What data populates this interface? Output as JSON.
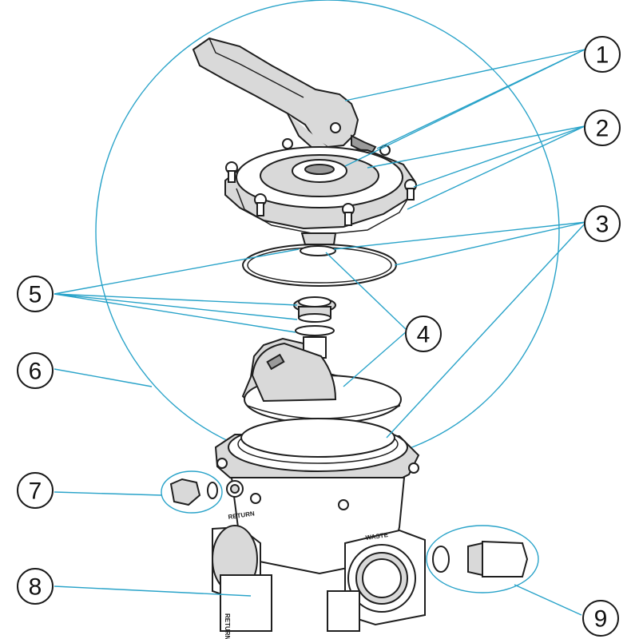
{
  "callouts": [
    {
      "id": "1",
      "label": "1"
    },
    {
      "id": "2",
      "label": "2"
    },
    {
      "id": "3",
      "label": "3"
    },
    {
      "id": "4",
      "label": "4"
    },
    {
      "id": "5",
      "label": "5"
    },
    {
      "id": "6",
      "label": "6"
    },
    {
      "id": "7",
      "label": "7"
    },
    {
      "id": "8",
      "label": "8"
    },
    {
      "id": "9",
      "label": "9"
    }
  ],
  "body_markings": {
    "waste": "WASTE",
    "return": "RETURN"
  },
  "colors": {
    "leader": "#29a3c9",
    "part_grey": "#d9d9d9",
    "outline": "#1f1f1f"
  }
}
